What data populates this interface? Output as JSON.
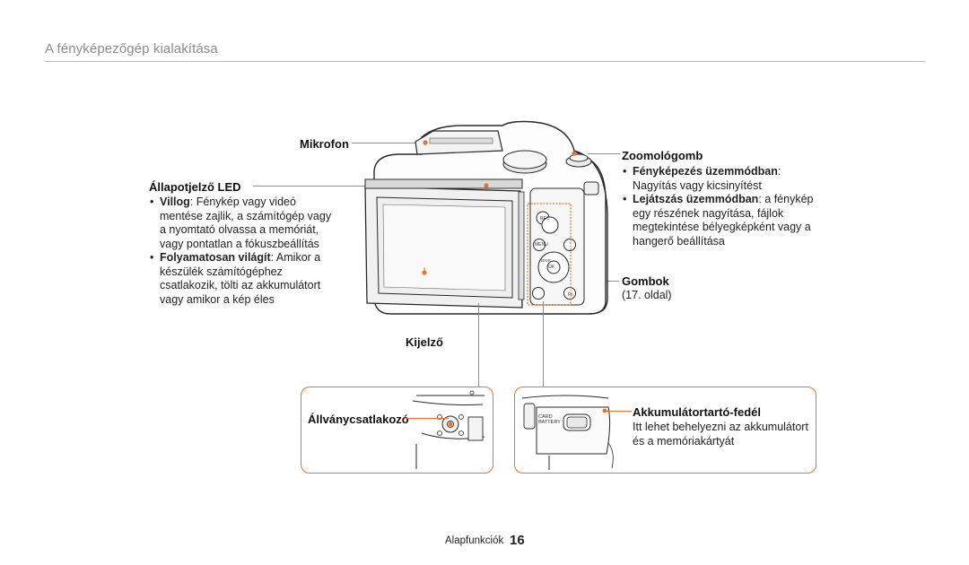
{
  "header": {
    "title": "A fényképezőgép kialakítása"
  },
  "labels": {
    "microphone": "Mikrofon",
    "status_led": {
      "title": "Állapotjelző LED",
      "bullets": [
        {
          "term": "Villog",
          "text": ": Fénykép vagy videó mentése zajlik, a számítógép vagy a nyomtató olvassa a memóriát, vagy pontatlan a fókuszbeállítás"
        },
        {
          "term": "Folyamatosan világít",
          "text": ": Amikor a készülék számítógéphez csatlakozik, tölti az akkumulátort vagy amikor a kép éles"
        }
      ]
    },
    "zoom": {
      "title": "Zoomológomb",
      "bullets": [
        {
          "term": "Fényképezés üzemmódban",
          "text": ": Nagyítás vagy kicsinyítést"
        },
        {
          "term": "Lejátszás üzemmódban",
          "text": ": a fénykép egy részének nagyítása, fájlok megtekintése bélyegképként vagy a hangerő beállítása"
        }
      ]
    },
    "buttons": {
      "title": "Gombok",
      "ref": "(17. oldal)"
    },
    "display": "Kijelző",
    "tripod": "Állványcsatlakozó",
    "battery": {
      "title": "Akkumulátortartó-fedél",
      "text": "Itt lehet behelyezni az akkumulátort és a memóriakártyát"
    }
  },
  "camera": {
    "button_labels": {
      "rec": "REC",
      "menu": "MENU",
      "ok": "OK",
      "disp": "DISP",
      "fn": "Fn"
    },
    "battery_door_text": [
      "CARD",
      "BATTERY"
    ]
  },
  "footer": {
    "section": "Alapfunkciók",
    "page": "16"
  },
  "colors": {
    "accent": "#e8742a",
    "rule": "#b9b9b9"
  }
}
